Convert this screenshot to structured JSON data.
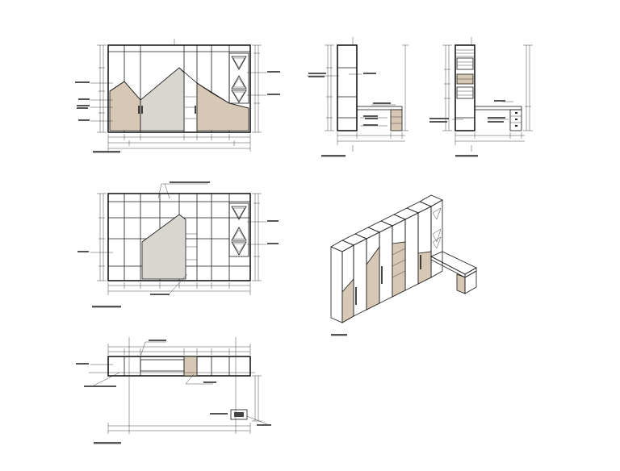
{
  "drawing": {
    "views": [
      {
        "id": "front-elevation-a"
      },
      {
        "id": "side-elevation-b"
      },
      {
        "id": "side-elevation-c"
      },
      {
        "id": "front-elevation-d"
      },
      {
        "id": "isometric-view"
      },
      {
        "id": "plan-view"
      }
    ]
  },
  "colors": {
    "line": "#1a1a1a",
    "beige_panel": "#d7c8b5",
    "grey_panel": "#d9d6d0",
    "background": "#ffffff"
  }
}
